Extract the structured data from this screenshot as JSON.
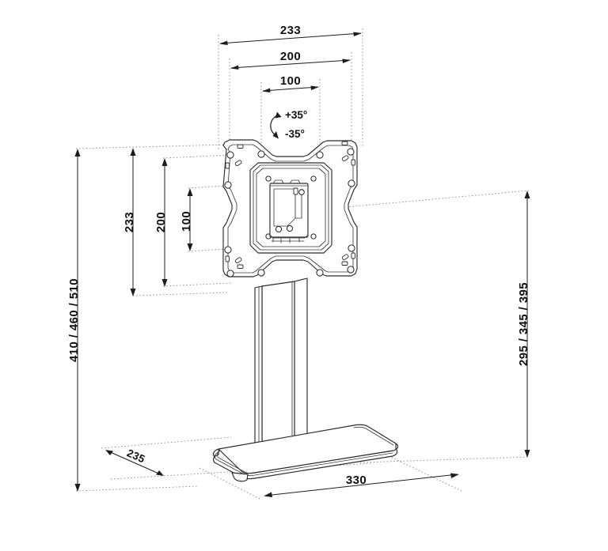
{
  "drawing": {
    "title": "TV Table Stand - Dimensioned Technical Drawing",
    "background_color": "#ffffff",
    "line_color": "#2b2b2b",
    "extension_line_color": "#8a8a8a",
    "units": "mm",
    "view": "isometric perspective with orthographic dimensions"
  },
  "dimensions": {
    "vesa_width_outer": "233",
    "vesa_width_mid": "200",
    "vesa_width_inner": "100",
    "vesa_height_outer": "233",
    "vesa_height_mid": "200",
    "vesa_height_inner": "100",
    "total_height": "410 / 460 / 510",
    "screen_height": "295 / 345 / 395",
    "base_depth": "235",
    "base_width": "330"
  },
  "annotations": {
    "tilt_up": "+35°",
    "tilt_down": "-35°"
  },
  "parts": {
    "vesa_bracket": "vesa-mount-bracket",
    "inner_plate": "inner-tilt-plate",
    "center_mechanism": "tilt-mechanism-housing",
    "column": "vertical-support-column",
    "base_plate": "base-plate",
    "foot": "base-foot-pad"
  }
}
